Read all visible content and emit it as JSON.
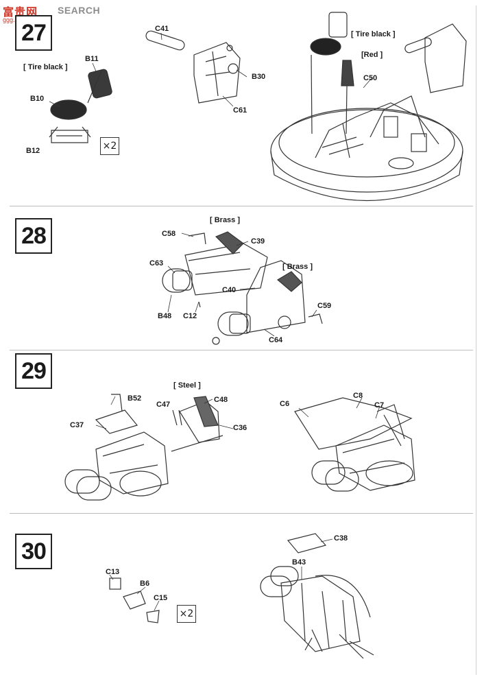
{
  "watermark": {
    "cn": "富贵网",
    "brand": "SEARCH",
    "url": "ggg.shou.com"
  },
  "steps": [
    {
      "number": "27",
      "multiplier": "×2",
      "parts": [
        "B11",
        "B10",
        "B12",
        "C41",
        "B30",
        "C61",
        "C50"
      ],
      "paints": [
        "[ Tire black ]",
        "[ Tire black ]",
        "[Red ]"
      ]
    },
    {
      "number": "28",
      "parts": [
        "C58",
        "C39",
        "C63",
        "C40",
        "B48",
        "C12",
        "C59",
        "C64"
      ],
      "paints": [
        "[ Brass ]",
        "[ Brass ]"
      ]
    },
    {
      "number": "29",
      "parts": [
        "B52",
        "C47",
        "C48",
        "C37",
        "C36",
        "C6",
        "C8",
        "C7"
      ],
      "paints": [
        "[ Steel ]"
      ]
    },
    {
      "number": "30",
      "multiplier": "×2",
      "parts": [
        "C13",
        "B6",
        "C15",
        "C38",
        "B43"
      ]
    }
  ]
}
